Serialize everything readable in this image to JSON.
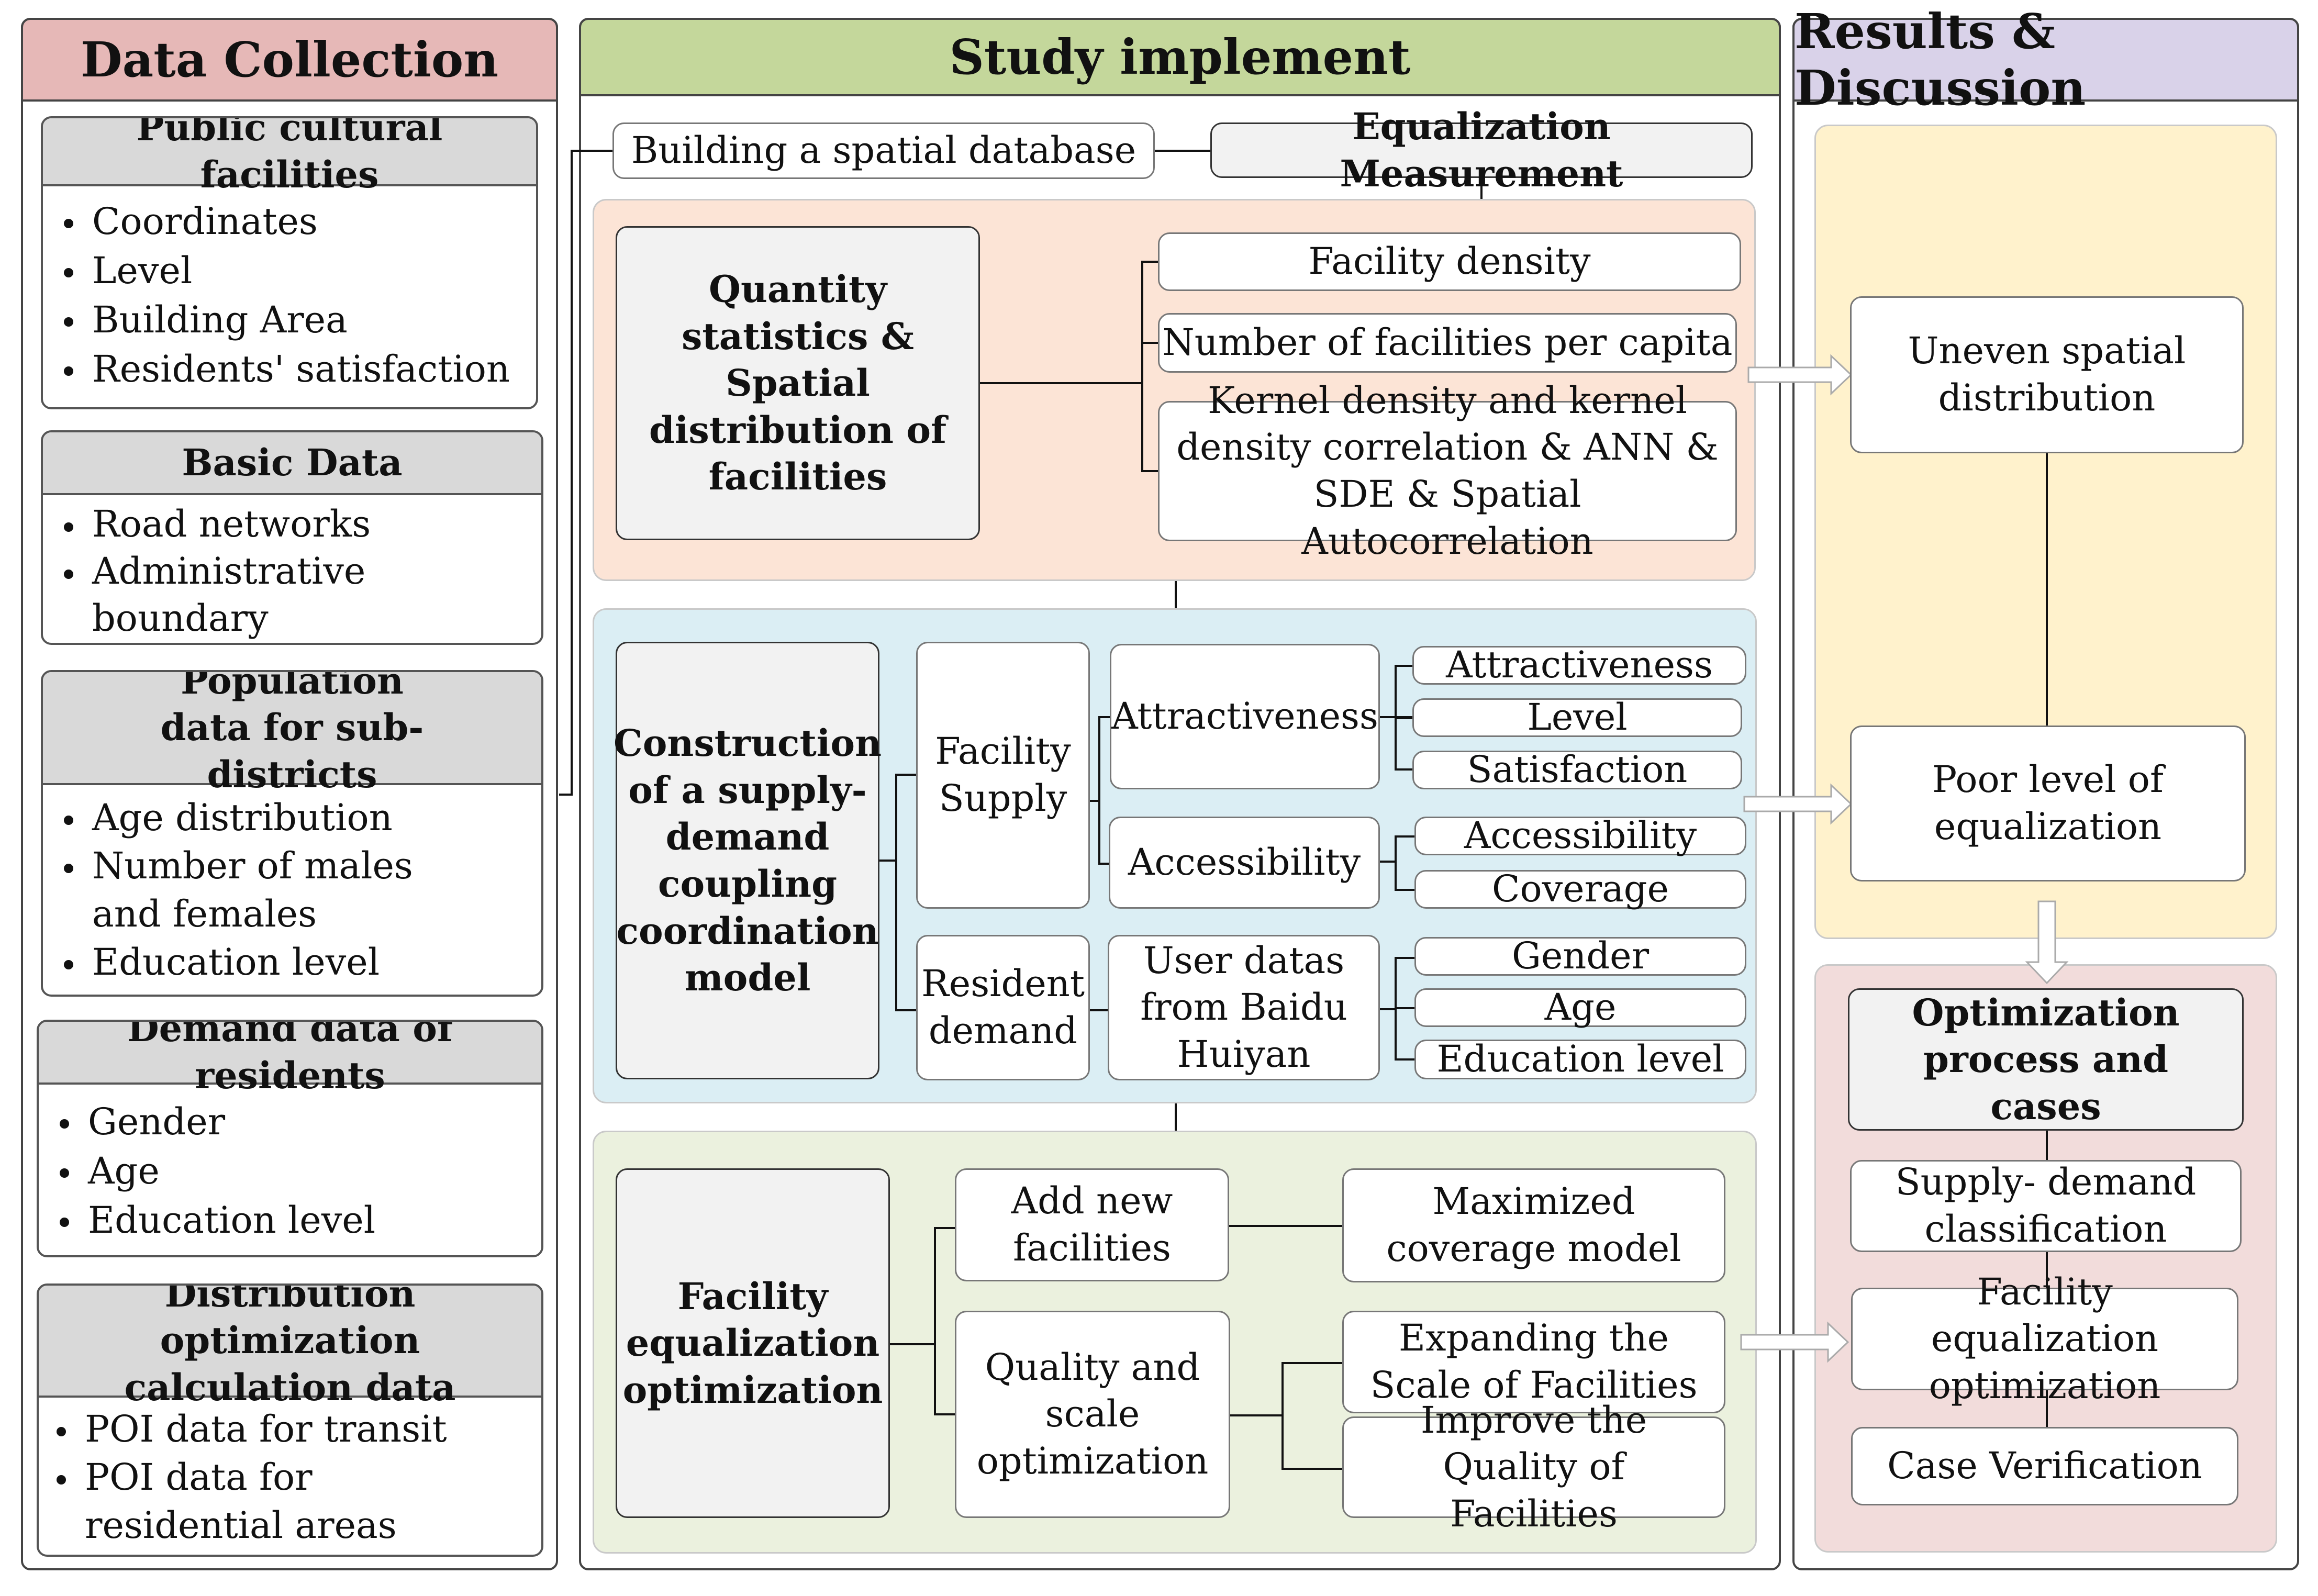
{
  "columns": {
    "data_collection": "Data Collection",
    "study_implement": "Study implement",
    "results_discussion": "Results & Discussion"
  },
  "colors": {
    "data_collection_header": "#e6b8b7",
    "study_implement_header": "#c4d79b",
    "results_header": "#d9d2e9",
    "measurement_region": "#fce4d6",
    "coupling_region": "#dbeef4",
    "optimization_region": "#ebf1de",
    "results_upper_region": "#fff2cc",
    "results_lower_region": "#f2dcdb"
  },
  "data_collection": {
    "public_cultural": {
      "title": "Public cultural facilities",
      "items": [
        "Coordinates",
        "Level",
        "Building Area",
        "Residents' satisfaction"
      ]
    },
    "basic_data": {
      "title": "Basic Data",
      "items": [
        "Road networks",
        "Administrative boundary"
      ]
    },
    "population": {
      "title": "Population data for sub-districts",
      "items": [
        "Age distribution",
        "Number of males and females",
        "Education level"
      ]
    },
    "demand": {
      "title": "Demand data of residents",
      "items": [
        "Gender",
        "Age",
        "Education level"
      ]
    },
    "distribution": {
      "title": "Distribution optimization calculation data",
      "items": [
        "POI data for transit",
        "POI data for residential areas"
      ]
    }
  },
  "study": {
    "spatial_database": "Building a spatial database",
    "equalization_measurement": "Equalization Measurement",
    "quantity_stats": "Quantity statistics & Spatial distribution of facilities",
    "facility_density": "Facility density",
    "per_capita": "Number of facilities per capita",
    "kernel_density": "Kernel density and kernel density correlation & ANN & SDE & Spatial Autocorrelation",
    "coupling_model": "Construction of a supply-demand coupling coordination model",
    "facility_supply": "Facility Supply",
    "resident_demand": "Resident demand",
    "attractiveness": "Attractiveness",
    "accessibility": "Accessibility",
    "user_datas": "User datas from Baidu Huiyan",
    "attr_items": [
      "Attractiveness",
      "Level",
      "Satisfaction"
    ],
    "access_items": [
      "Accessibility",
      "Coverage"
    ],
    "user_items": [
      "Gender",
      "Age",
      "Education level"
    ],
    "equalization_opt": "Facility equalization optimization",
    "add_new": "Add new facilities",
    "max_coverage": "Maximized coverage model",
    "quality_scale": "Quality and scale optimization",
    "expanding": "Expanding the Scale of Facilities",
    "improve": "Improve the Quality of Facilities"
  },
  "results": {
    "uneven": "Uneven spatial distribution",
    "poor_level": "Poor level of equalization",
    "optimization_process": "Optimization process and cases",
    "supply_demand": "Supply- demand classification",
    "facility_eq_opt": "Facility equalization optimization",
    "case_verification": "Case Verification"
  }
}
